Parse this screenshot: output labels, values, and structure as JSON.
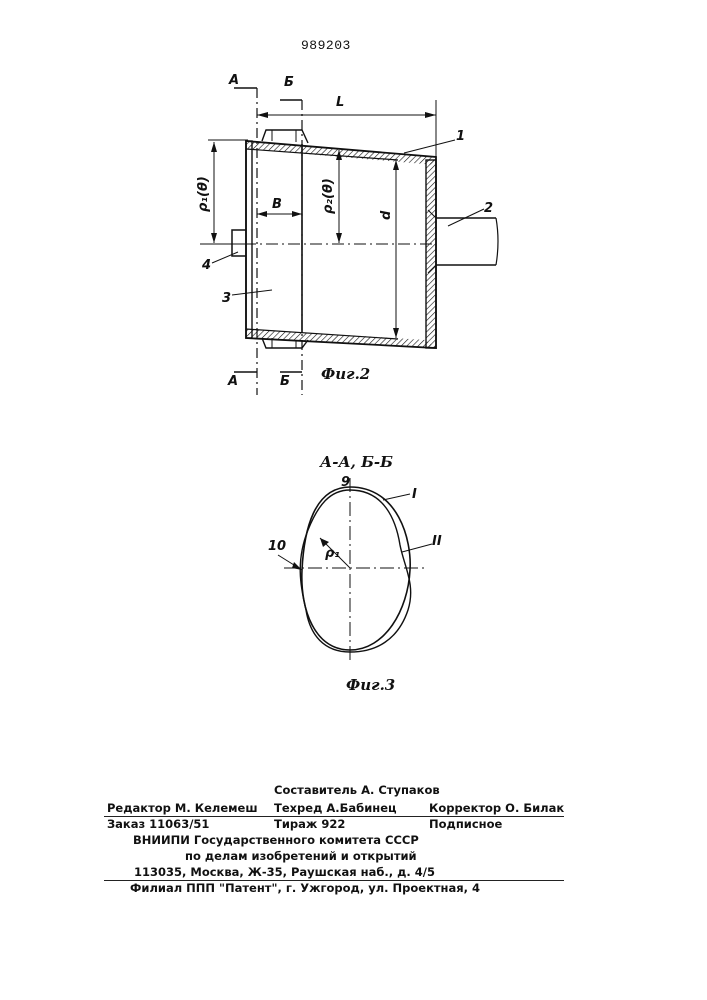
{
  "header": {
    "patent_number": "989203"
  },
  "figure2": {
    "caption": "Фиг.2",
    "section_a_top": "А",
    "section_b_top": "Б",
    "section_a_bottom": "А",
    "section_b_bottom": "Б",
    "dim_L": "L",
    "dim_rho1": "ρ₁(θ)",
    "dim_rho2": "ρ₂(θ)",
    "dim_B": "В",
    "dim_d": "d",
    "label_1": "1",
    "label_2": "2",
    "label_3": "3",
    "label_4": "4"
  },
  "figure3": {
    "section_title": "А-А, Б-Б",
    "caption": "Фиг.3",
    "label_9": "9",
    "label_10": "10",
    "label_I": "I",
    "label_II": "II",
    "label_rho1": "ρ₁"
  },
  "imprint": {
    "compiler": "Составитель А. Ступаков",
    "editor": "Редактор М. Келемеш",
    "techred": "Техред А.Бабинец",
    "corrector": "Корректор О. Билак",
    "order": "Заказ 11063/51",
    "circulation": "Тираж 922",
    "subscription": "Подписное",
    "org1": "ВНИИПИ Государственного комитета СССР",
    "org2": "по делам изобретений и открытий",
    "address": "113035, Москва, Ж-35, Раушская наб., д. 4/5",
    "branch": "Филиал ППП \"Патент\", г. Ужгород, ул. Проектная, 4"
  }
}
